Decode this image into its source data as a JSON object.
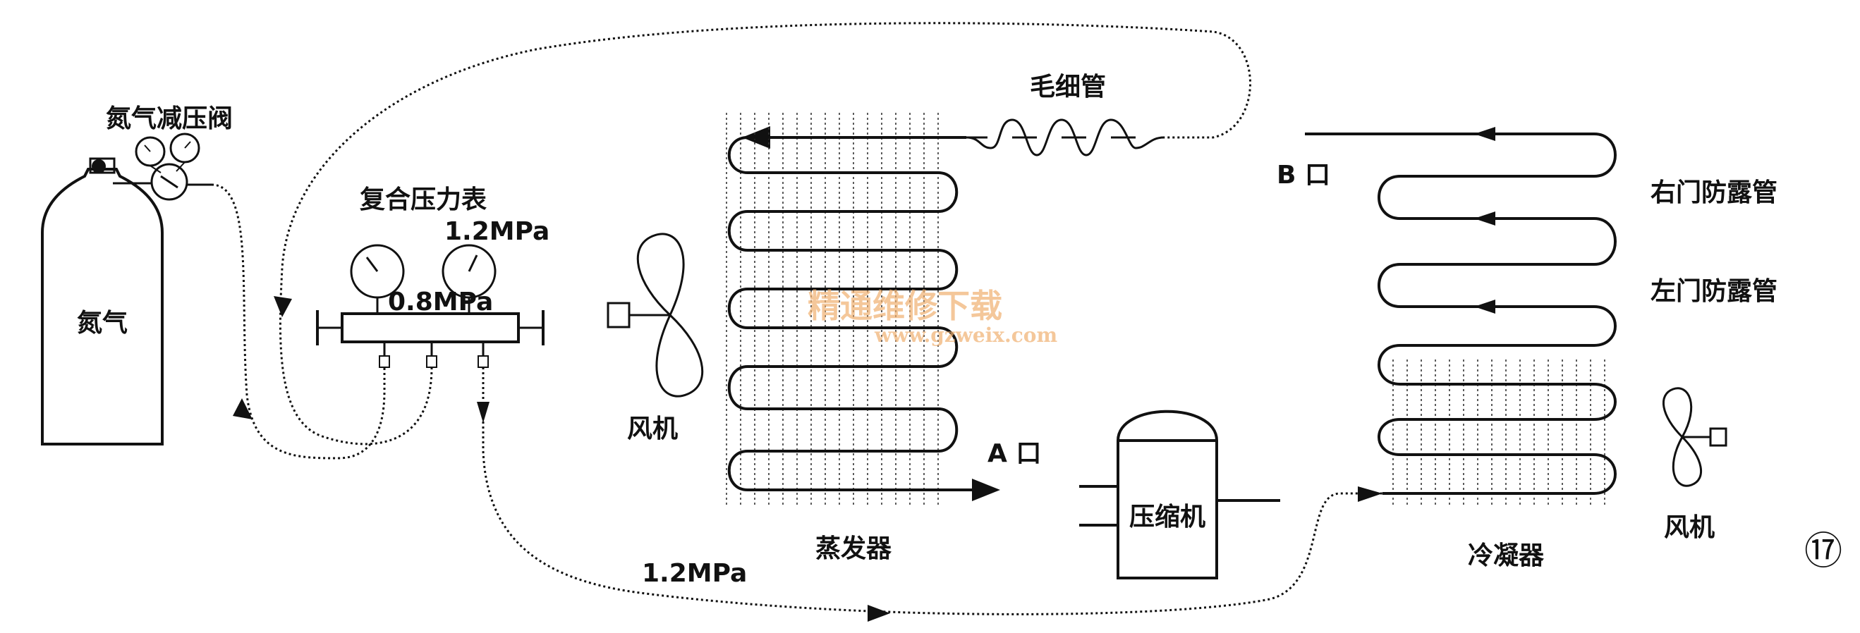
{
  "labels": {
    "nitrogen_regulator": "氮气减压阀",
    "nitrogen_tank": "氮气",
    "compound_gauge": "复合压力表",
    "gauge_right_pressure": "1.2MPa",
    "gauge_left_pressure": "0.8MPa",
    "line_pressure": "1.2MPa",
    "capillary": "毛细管",
    "fan_left": "风机",
    "evaporator": "蒸发器",
    "port_a": "A 口",
    "compressor": "压缩机",
    "port_b": "B 口",
    "right_door_pipe": "右门防露管",
    "left_door_pipe": "左门防露管",
    "condenser": "冷凝器",
    "fan_right": "风机",
    "figure_number": "⑰"
  },
  "watermark": {
    "line1": "精通维修下载",
    "line2": "www.gzweix.com"
  }
}
